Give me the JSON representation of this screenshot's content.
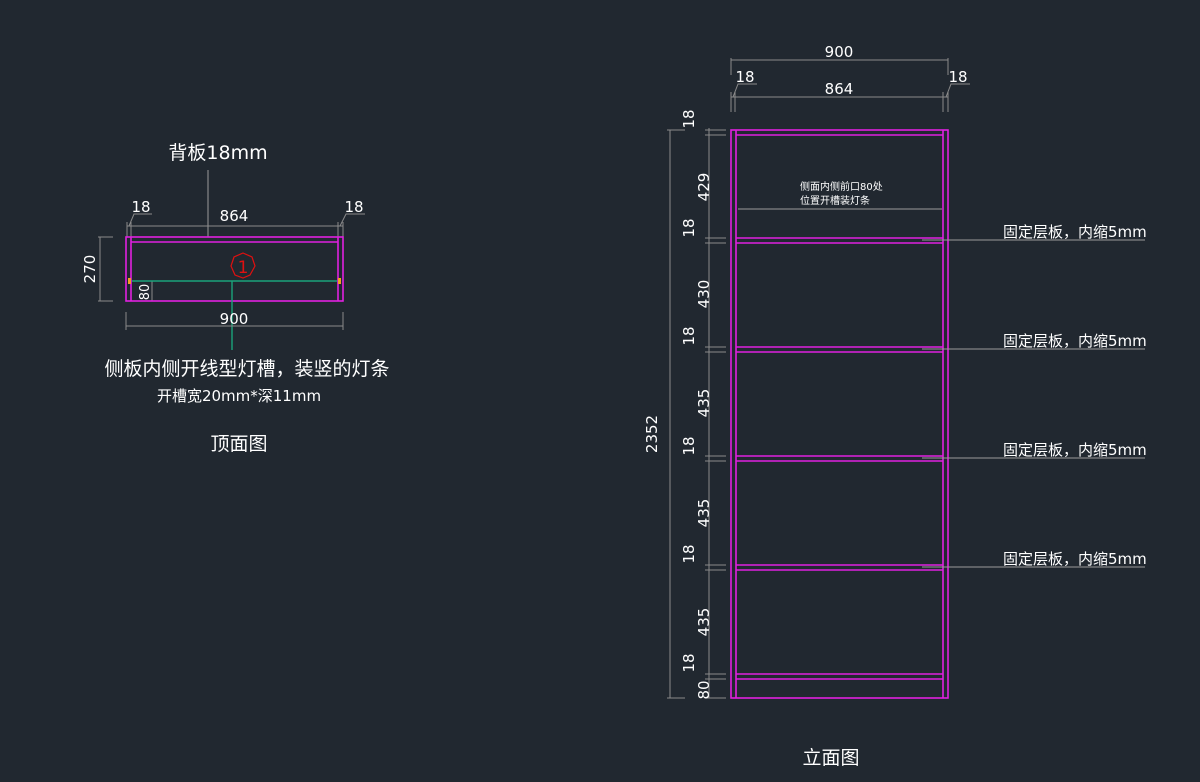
{
  "top_view": {
    "title": "顶面图",
    "back_panel_label": "背板18mm",
    "dim_left_thickness": "18",
    "dim_right_thickness": "18",
    "dim_inner_width": "864",
    "dim_total_width": "900",
    "dim_depth": "270",
    "dim_slot_offset": "80",
    "marker": "1",
    "note_line1": "侧板内侧开线型灯槽，装竖的灯条",
    "note_line2": "开槽宽20mm*深11mm"
  },
  "elevation": {
    "title": "立面图",
    "dim_total_width": "900",
    "dim_left_thickness": "18",
    "dim_right_thickness": "18",
    "dim_inner_width": "864",
    "dim_total_height": "2352",
    "vertical_dims": [
      "18",
      "429",
      "18",
      "430",
      "18",
      "435",
      "18",
      "435",
      "18",
      "435",
      "18",
      "80"
    ],
    "note_line1": "侧面内侧前口80处",
    "note_line2": "位置开槽装灯条",
    "shelf_labels": [
      "固定层板，内缩5mm",
      "固定层板，内缩5mm",
      "固定层板，内缩5mm",
      "固定层板，内缩5mm"
    ]
  },
  "colors": {
    "background": "#212830",
    "panel": "#e020e0",
    "dimension": "#8a8a8a",
    "light_slot": "#1aa37a",
    "marker": "#e01010"
  }
}
